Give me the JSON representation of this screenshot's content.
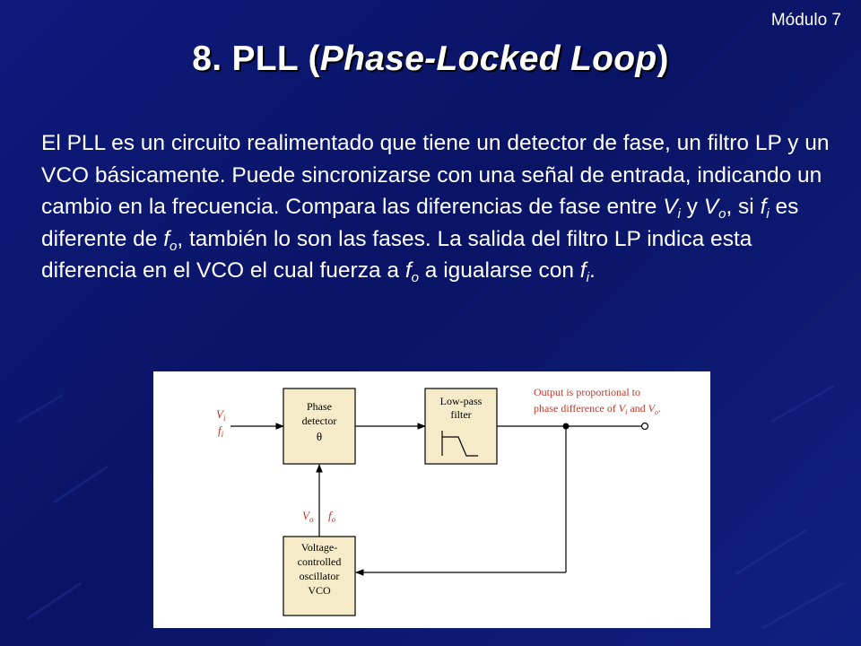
{
  "slide": {
    "module_label": "Módulo 7",
    "title_prefix": "8. PLL (",
    "title_italic": "Phase-Locked Loop",
    "title_suffix": ")"
  },
  "body": {
    "s1": "El PLL es un circuito realimentado que tiene un detector de fase, un filtro LP y un VCO básicamente. Puede sincronizarse con una señal de entrada, indicando un cambio en la frecuencia. Compara las diferencias de fase entre ",
    "vi_base": "V",
    "vi_sub": "i",
    "s2": " y ",
    "vo_base": "V",
    "vo_sub": "o",
    "s3": ", si ",
    "fi_base": "f",
    "fi_sub": "i",
    "s4": " es diferente de ",
    "fo_base": "f",
    "fo_sub": "o",
    "s5": ", también lo son las fases. La salida del filtro LP indica esta diferencia en el VCO el cual fuerza a ",
    "fo2_base": "f",
    "fo2_sub": "o",
    "s6": " a igualarse con ",
    "fi2_base": "f",
    "fi2_sub": "i",
    "s7": "."
  },
  "diagram": {
    "colors": {
      "block_fill": "#f5ebc9",
      "accent_text": "#c0392b",
      "line": "#000000"
    },
    "input_labels": {
      "v": "V",
      "v_sub": "i",
      "f": "f",
      "f_sub": "i"
    },
    "phase_detector": {
      "line1": "Phase",
      "line2": "detector",
      "symbol": "θ"
    },
    "low_pass_filter": {
      "line1": "Low-pass",
      "line2": "filter"
    },
    "output_note": {
      "line1": "Output is proportional to",
      "line2_pre": "phase difference of ",
      "v1": "V",
      "v1_sub": "i",
      "mid": " and ",
      "v2": "V",
      "v2_sub": "o",
      "end": "."
    },
    "feedback_labels": {
      "v": "V",
      "v_sub": "o",
      "f": "f",
      "f_sub": "o"
    },
    "vco": {
      "line1": "Voltage-",
      "line2": "controlled",
      "line3": "oscillator",
      "line4": "VCO"
    }
  }
}
